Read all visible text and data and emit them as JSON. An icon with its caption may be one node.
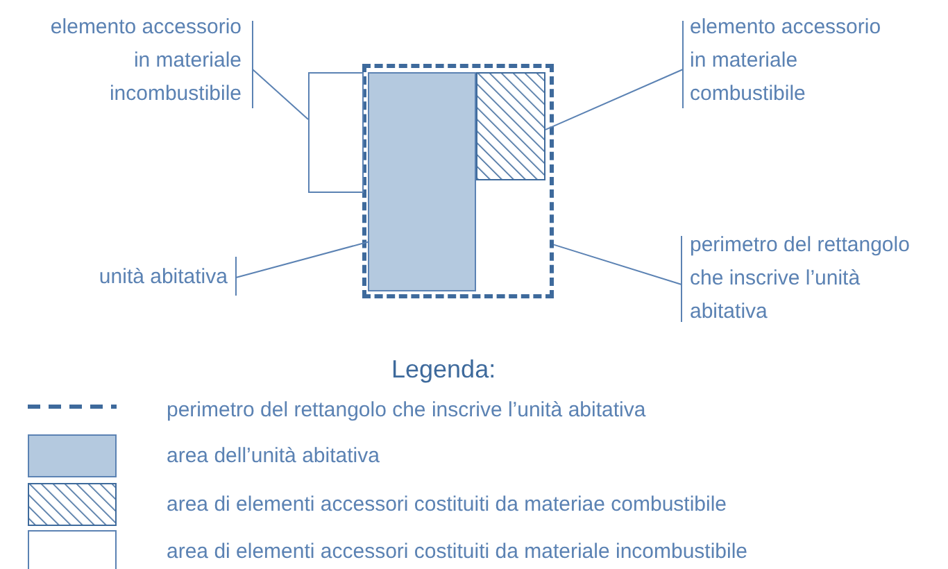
{
  "diagram": {
    "nodes": [
      {
        "text": [
          "elemento accessorio in materiale incombustibile"
        ]
      },
      {
        "text": [
          "elemento accessorio in materiale combustibile"
        ]
      },
      {
        "text": [
          "unità abitativa"
        ]
      },
      {
        "text": [
          "perimetro del rettangolo che inscrive l’unità abitativa"
        ]
      },
      {
        "text": [],
        "shape": "box"
      },
      {
        "text": [],
        "shape": "box",
        "in": 4
      },
      {
        "text": [],
        "shape": "box",
        "in": 4
      },
      {
        "text": [],
        "shape": "box"
      }
    ],
    "edges": [
      {
        "from": 0,
        "to": 7,
        "arrow": "none"
      },
      {
        "from": 1,
        "to": 6,
        "arrow": "none"
      },
      {
        "from": 2,
        "to": 5,
        "arrow": "none"
      },
      {
        "from": 3,
        "to": 4,
        "arrow": "none"
      }
    ],
    "labels": [
      "Legenda:"
    ],
    "legend": [
      {
        "text": "perimetro del rettangolo che inscrive l’unità abitativa"
      },
      {
        "text": "area dell’unità abitativa",
        "color": "#b4c9df"
      },
      {
        "text": "area di elementi accessori costituiti da materiae combustibile"
      },
      {
        "text": "area di elementi accessori costituiti da materiale incombustibile",
        "color": "#ffffff"
      }
    ]
  }
}
